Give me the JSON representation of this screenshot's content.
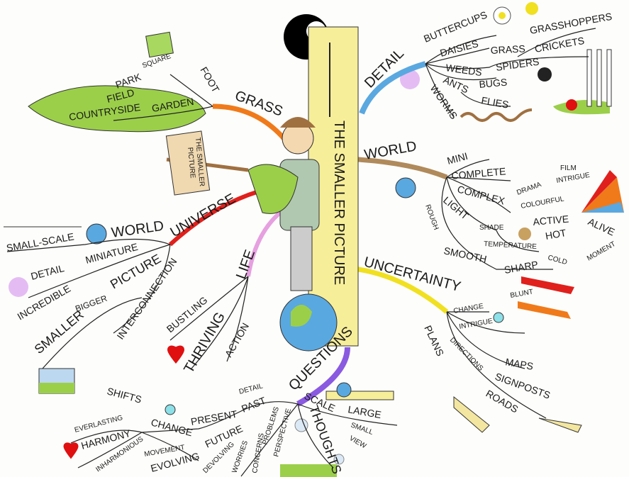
{
  "center": {
    "title": "THE SMALLER PICTURE",
    "sign": "THE SMALLER PICTURE"
  },
  "grass": {
    "main": "GRASS",
    "foot": "FOOT",
    "garden": "GARDEN",
    "field": "FIELD",
    "park": "PARK",
    "square": "SQUARE",
    "countryside": "COUNTRYSIDE"
  },
  "universe": {
    "main": "UNIVERSE",
    "world": "WORLD",
    "miniature": "MINIATURE",
    "small_scale": "SMALL-SCALE",
    "detail": "DETAIL",
    "incredible": "INCREDIBLE",
    "picture": "PICTURE",
    "bigger": "BIGGER",
    "smaller": "SMALLER",
    "interconnection": "INTERCONNECTION"
  },
  "life": {
    "main": "LIFE",
    "bustling": "BUSTLING",
    "thriving": "THRIVING",
    "action": "ACTION"
  },
  "detail": {
    "main": "DETAIL",
    "buttercups": "BUTTERCUPS",
    "daisies": "DAISIES",
    "weeds": "WEEDS",
    "grass": "GRASS",
    "grasshoppers": "GRASSHOPPERS",
    "crickets": "CRICKETS",
    "spiders": "SPIDERS",
    "ants": "ANTS",
    "bugs": "BUGS",
    "flies": "FLIES",
    "worms": "WORMS"
  },
  "world": {
    "main": "WORLD",
    "mini": "MINI",
    "complete": "COMPLETE",
    "complex": "COMPLEX",
    "light": "LIGHT",
    "rough": "ROUGH",
    "shade": "SHADE",
    "temperature": "TEMPERATURE",
    "smooth": "SMOOTH",
    "sharp": "SHARP",
    "blunt": "BLUNT",
    "drama": "DRAMA",
    "film": "FILM",
    "intrigue": "INTRIGUE",
    "colourful": "COLOURFUL",
    "active": "ACTIVE",
    "alive": "ALIVE",
    "hot": "HOT",
    "cold": "COLD",
    "moment": "MOMENT"
  },
  "uncertainty": {
    "main": "UNCERTAINTY",
    "change": "CHANGE",
    "intrigue": "INTRIGUE",
    "directions": "DIRECTIONS",
    "plans": "PLANS",
    "maps": "MAPS",
    "signposts": "SIGNPOSTS",
    "roads": "ROADS"
  },
  "questions": {
    "main": "QUESTIONS",
    "detail": "DETAIL",
    "past": "PAST",
    "present": "PRESENT",
    "change": "CHANGE",
    "shifts": "SHIFTS",
    "everlasting": "EVERLASTING",
    "harmony": "HARMONY",
    "inharmonious": "INHARMONIOUS",
    "movement": "MOVEMENT",
    "evolving": "EVOLVING",
    "future": "FUTURE",
    "devolving": "DEVOLVING",
    "worries": "WORRIES",
    "problems": "PROBLEMS",
    "concerns": "CONCERNS",
    "perspective": "PERSPECTIVE",
    "scale": "SCALE",
    "large": "LARGE",
    "small": "SMALL",
    "view": "VIEW",
    "thoughts": "THOUGHTS"
  },
  "colors": {
    "ruler": "#f7ee9a",
    "grass": "#9bcf4a",
    "universe": "#e0201c",
    "life": "#e6a0e0",
    "detail": "#5aa8e0",
    "world": "#b08a5a",
    "uncertainty": "#f0e020",
    "questions": "#8a5ae0",
    "grass_branch": "#f07a1a"
  }
}
